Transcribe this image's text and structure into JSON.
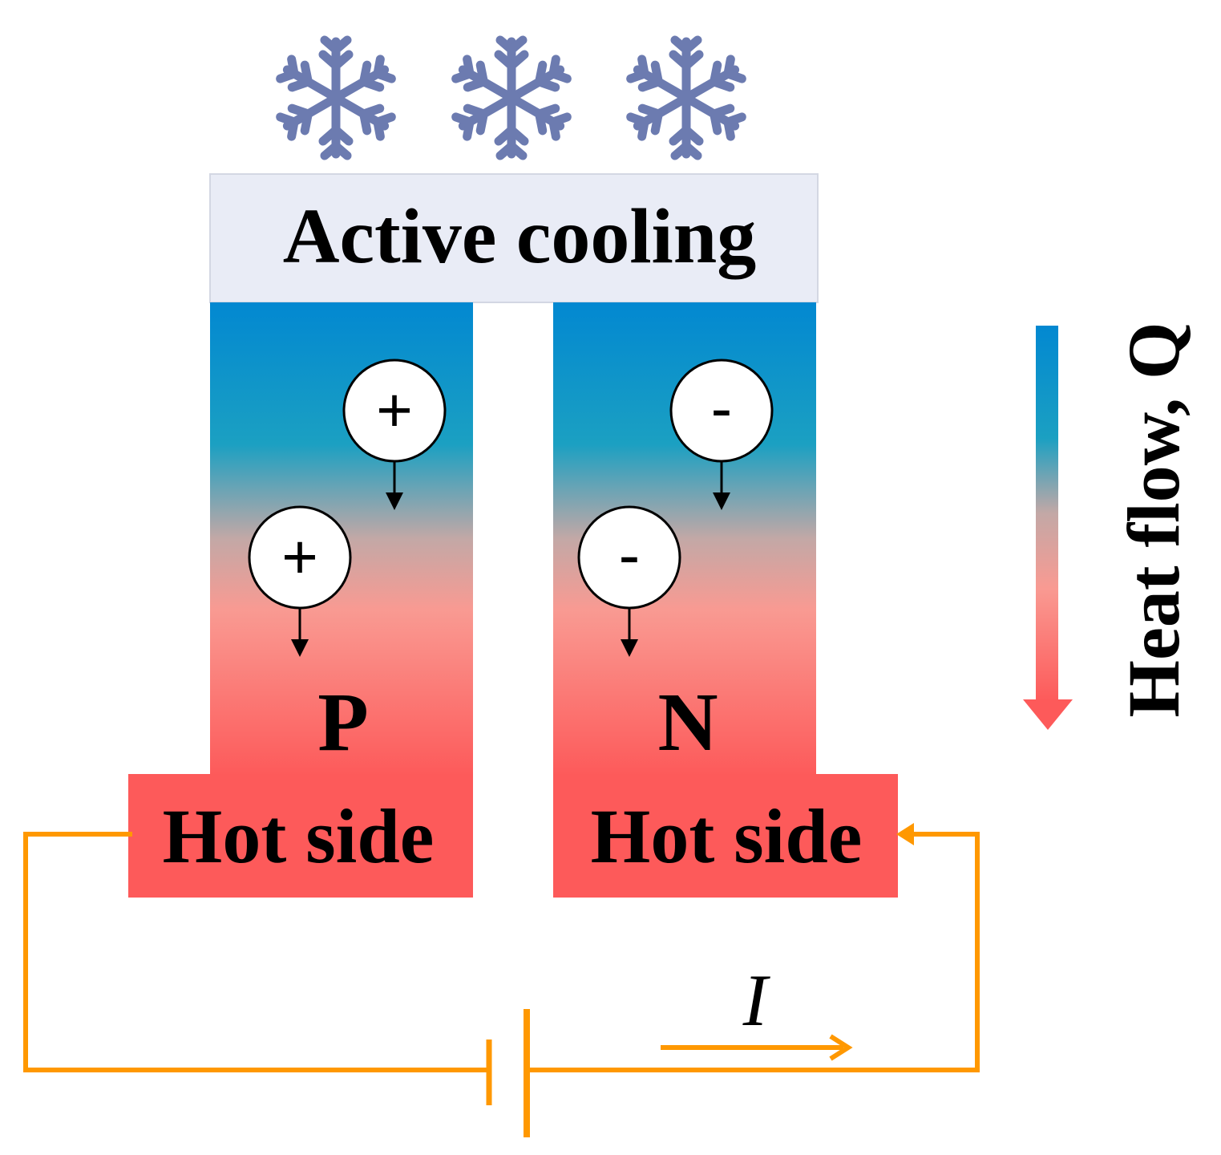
{
  "diagram": {
    "cold_plate_label": "Active cooling",
    "p_leg_label": "P",
    "n_leg_label": "N",
    "hot_left_label": "Hot side",
    "hot_right_label": "Hot side",
    "heat_flow_label": "Heat flow, Q",
    "current_label": "I",
    "p_carrier_sign": "+",
    "n_carrier_sign": "-",
    "icons": [
      "snowflake-icon",
      "snowflake-icon",
      "snowflake-icon",
      "battery-icon"
    ],
    "colors": {
      "cold": "#0288d1",
      "hot": "#fd5a5a",
      "cold_plate": "#e9ecf6",
      "snowflake": "#6c7bb0",
      "circuit": "#ff9800"
    }
  }
}
